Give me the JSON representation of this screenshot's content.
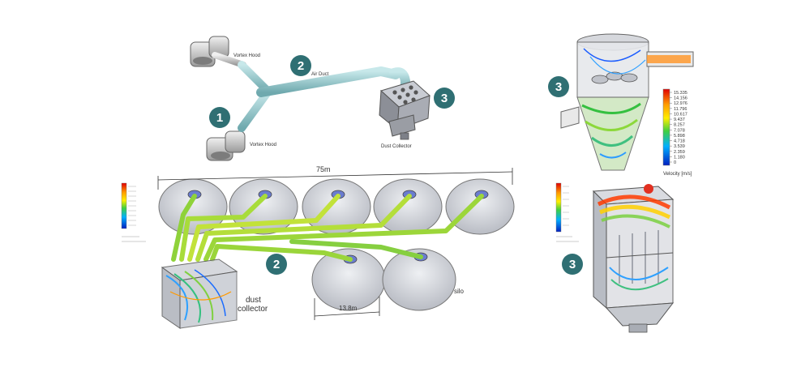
{
  "top_diagram": {
    "labels": {
      "vortex_hood_top": "Vortex Hood",
      "air_duct": "Air Duct",
      "vortex_hood_bottom": "Vortex Hood",
      "dust_collector": "Dust Collector"
    }
  },
  "bottom_diagram": {
    "labels": {
      "width_dimension": "75m",
      "dust_collector": "dust\ncollector",
      "spacing_dimension": "13.8m",
      "silo": "silo"
    }
  },
  "cyclone_legend": {
    "ticks": [
      "15.335",
      "14.156",
      "12.976",
      "11.796",
      "10.617",
      "9.437",
      "8.257",
      "7.078",
      "5.898",
      "4.718",
      "3.539",
      "2.359",
      "1.180",
      "0"
    ],
    "title": "Velocity [m/s]"
  },
  "badges": [
    {
      "id": "hood",
      "number": "1"
    },
    {
      "id": "duct-top",
      "number": "2"
    },
    {
      "id": "collector-top",
      "number": "3"
    },
    {
      "id": "duct-bottom",
      "number": "2"
    },
    {
      "id": "cyclone",
      "number": "3"
    },
    {
      "id": "baghouse",
      "number": "3"
    }
  ],
  "colors": {
    "badge": "#2f6f73",
    "duct": "#9fd0d4",
    "hood": "#c9c9c9",
    "silo": "#d9dbe0"
  }
}
